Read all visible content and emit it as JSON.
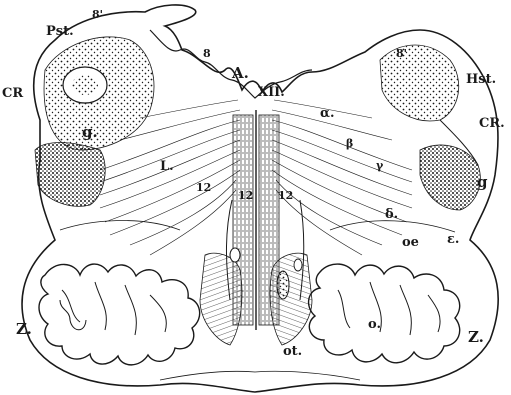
{
  "labels": {
    "pst": "Pst.",
    "eight_prime_top_left": "8'",
    "eight_top": "8",
    "a": "A.",
    "xii": "XII.",
    "eight_prime_right": "8'",
    "hst": "Hst.",
    "cr_left": "CR",
    "cr_right": "CR.",
    "g_left": "g.",
    "g_right": "g",
    "l": "L.",
    "alpha": "α.",
    "beta": "β",
    "gamma": "γ",
    "delta": "δ.",
    "twelve_left": "12",
    "twelve_mid": "12",
    "twelve_right": "12",
    "oe": "oe",
    "epsilon": "ε.",
    "o": "o.",
    "ot": "ot.",
    "z_left": "Z.",
    "z_right": "Z."
  },
  "colors": {
    "ink": "#1a1a1a",
    "paper": "#ffffff"
  }
}
